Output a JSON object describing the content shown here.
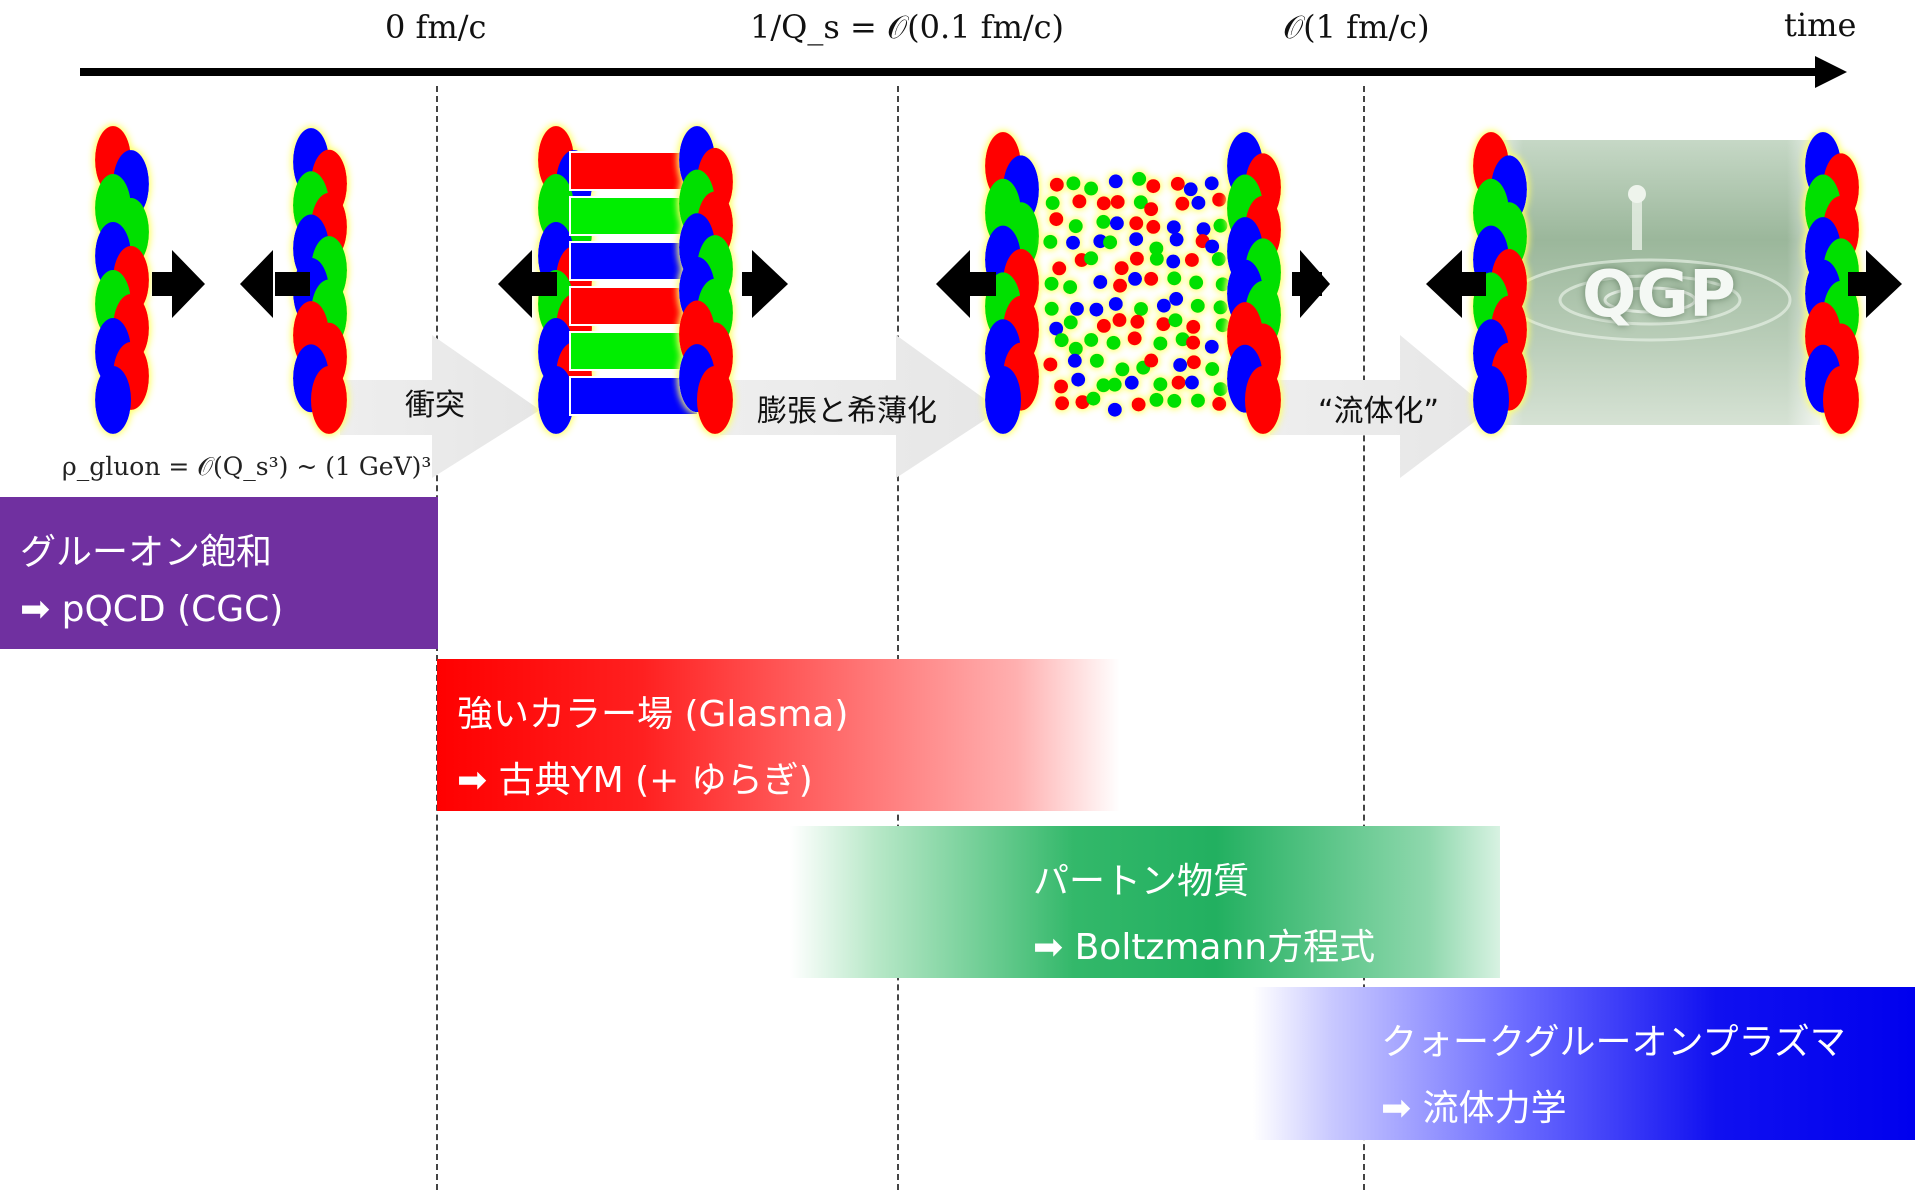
{
  "timeline": {
    "t0": "0 fm/c",
    "t1": "1/Q_s = 𝒪(0.1 fm/c)",
    "t2": "𝒪(1 fm/c)",
    "axis_label": "time"
  },
  "transitions": {
    "collision": "衝突",
    "expansion": "膨張と希薄化",
    "hydroization": "“流体化”"
  },
  "density_formula": "ρ_gluon = 𝒪(Q_s³) ~ (1 GeV)³",
  "qgp_label": "QGP",
  "colors": {
    "red": "#ff0000",
    "green": "#00e000",
    "blue": "#0000ff",
    "purple": "#7030a0",
    "glow": "#ffff88"
  },
  "bands": [
    {
      "line1": "グルーオン飽和",
      "line2": "➡ pQCD (CGC)"
    },
    {
      "line1": "強いカラー場 (Glasma)",
      "line2": "➡ 古典YM (+ ゆらぎ)"
    },
    {
      "line1": "パートン物質",
      "line2": "➡ Boltzmann方程式"
    },
    {
      "line1": "クォークグルーオンプラズマ",
      "line2": "➡ 流体力学"
    }
  ]
}
